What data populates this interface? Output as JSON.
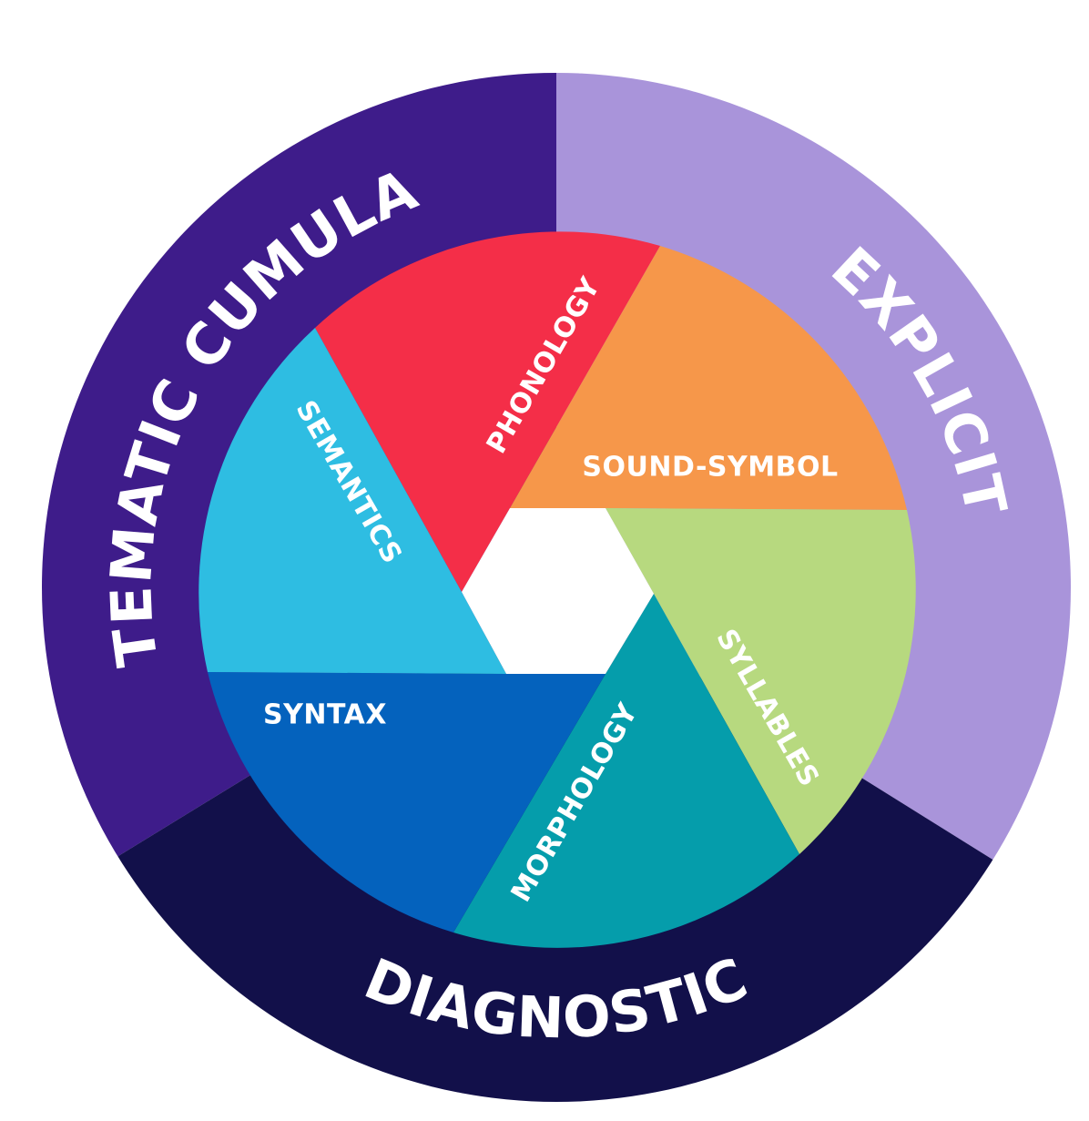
{
  "outer_ring": [
    {
      "label": "SYSTEMATIC CUMULATIVE",
      "color": "#3e1c8a"
    },
    {
      "label": "EXPLICIT",
      "color": "#a994da"
    },
    {
      "label": "DIAGNOSTIC",
      "color": "#12104a"
    }
  ],
  "segments": [
    {
      "label": "PHONOLOGY",
      "color": "#f42e48"
    },
    {
      "label": "SOUND-SYMBOL",
      "color": "#f6974a"
    },
    {
      "label": "SYLLABLES",
      "color": "#b7d97f"
    },
    {
      "label": "MORPHOLOGY",
      "color": "#059dab"
    },
    {
      "label": "SYNTAX",
      "color": "#0462bd"
    },
    {
      "label": "SEMANTICS",
      "color": "#2ebde2"
    }
  ],
  "center_color": "#ffffff"
}
